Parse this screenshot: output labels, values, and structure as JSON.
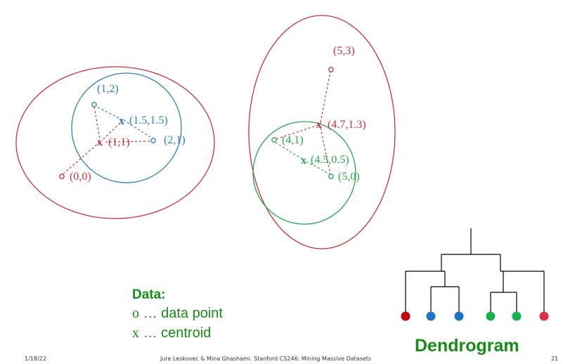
{
  "points": {
    "p12": {
      "label": "(1,2)"
    },
    "p21": {
      "label": "(2,1)"
    },
    "p00": {
      "label": "(0,0)"
    },
    "p53": {
      "label": "(5,3)"
    },
    "p41": {
      "label": "(4,1)"
    },
    "p50": {
      "label": "(5,0)"
    }
  },
  "centroids": {
    "c1515": {
      "symbol": "x",
      "label": "(1.5,1.5)"
    },
    "c11": {
      "symbol": "x",
      "label": "(1,1)"
    },
    "c4713": {
      "symbol": "x",
      "label": "(4.7,1.3)"
    },
    "c4505": {
      "symbol": "x",
      "label": "(4.5,0.5)"
    }
  },
  "legend": {
    "title": "Data:",
    "point_symbol": "o",
    "point_text": "… data point",
    "centroid_symbol": "x",
    "centroid_text": "… centroid"
  },
  "dendrogram": {
    "title": "Dendrogram",
    "leaf_colors": [
      "#c0000b",
      "#1b74c5",
      "#1b74c5",
      "#1ab04d",
      "#1ab04d",
      "#e03048"
    ]
  },
  "footer": {
    "date": "1/18/22",
    "credit": "Jure Leskovec & Mina Ghashami. Stanford CS246: Mining Massive Datasets",
    "page": "21"
  },
  "colors": {
    "red": "#c8323c",
    "blue": "#2f7fc0",
    "green": "#2aa650",
    "legend_green": "#178c17"
  }
}
